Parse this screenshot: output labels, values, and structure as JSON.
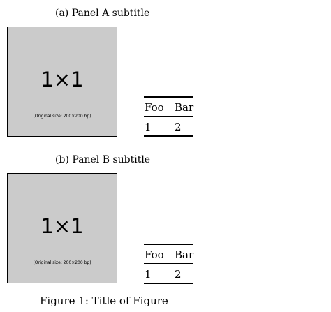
{
  "panels": [
    {
      "subtitle": "(a) Panel A subtitle",
      "placeholder": {
        "main": "1×1",
        "note": "(Original size: 200×200 bp)"
      },
      "table": {
        "headers": [
          "Foo",
          "Bar"
        ],
        "row": [
          "1",
          "2"
        ]
      }
    },
    {
      "subtitle": "(b) Panel B subtitle",
      "placeholder": {
        "main": "1×1",
        "note": "(Original size: 200×200 bp)"
      },
      "table": {
        "headers": [
          "Foo",
          "Bar"
        ],
        "row": [
          "1",
          "2"
        ]
      }
    }
  ],
  "caption": "Figure 1: Title of Figure"
}
